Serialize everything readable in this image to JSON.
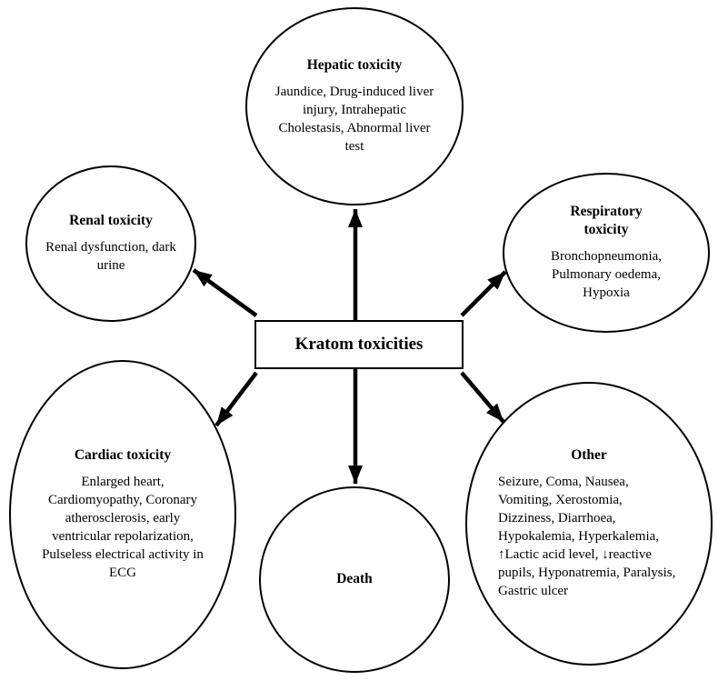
{
  "center": {
    "label": "Kratom toxicities"
  },
  "nodes": {
    "hepatic": {
      "title": "Hepatic toxicity",
      "body": "Jaundice, Drug-induced liver injury, Intrahepatic Cholestasis, Abnormal liver test"
    },
    "renal": {
      "title": "Renal toxicity",
      "body": "Renal dysfunction, dark urine"
    },
    "respiratory": {
      "title": "Respiratory toxicity",
      "body": "Bronchopneumonia, Pulmonary oedema, Hypoxia"
    },
    "cardiac": {
      "title": "Cardiac toxicity",
      "body": "Enlarged heart, Cardiomyopathy, Coronary atherosclerosis, early ventricular repolarization, Pulseless electrical activity in ECG"
    },
    "death": {
      "title": "Death",
      "body": ""
    },
    "other": {
      "title": "Other",
      "body": "Seizure, Coma, Nausea, Vomiting, Xerostomia, Dizziness, Diarrhoea, Hypokalemia, Hyperkalemia, ↑Lactic acid level, ↓reactive pupils, Hyponatremia, Paralysis, Gastric ulcer"
    }
  },
  "colors": {
    "line": "#000000",
    "background": "#ffffff"
  }
}
